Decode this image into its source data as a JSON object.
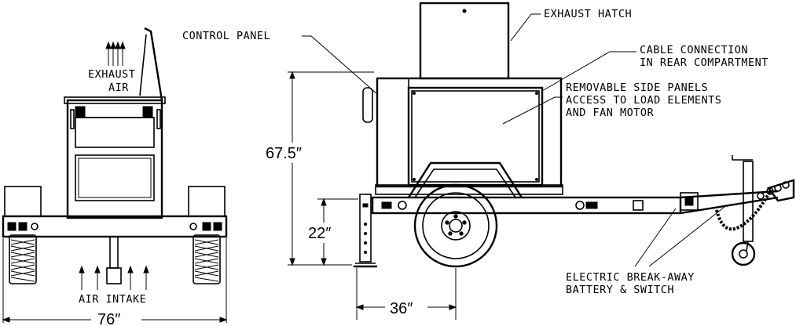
{
  "labels": {
    "exhaust_air_line1": "EXHAUST",
    "exhaust_air_line2": "AIR",
    "air_intake": "AIR INTAKE",
    "control_panel": "CONTROL PANEL",
    "exhaust_hatch": "EXHAUST HATCH",
    "cable_line1": "CABLE CONNECTION",
    "cable_line2": "IN REAR COMPARTMENT",
    "panels_line1": "REMOVABLE SIDE PANELS",
    "panels_line2": "ACCESS TO LOAD ELEMENTS",
    "panels_line3": "AND FAN MOTOR",
    "breakaway_line1": "ELECTRIC BREAK-AWAY",
    "breakaway_line2": "BATTERY & SWITCH"
  },
  "dimensions": {
    "width": "76″",
    "height": "67.5″",
    "frame_height": "22″",
    "wheel_to_jack": "36″"
  }
}
